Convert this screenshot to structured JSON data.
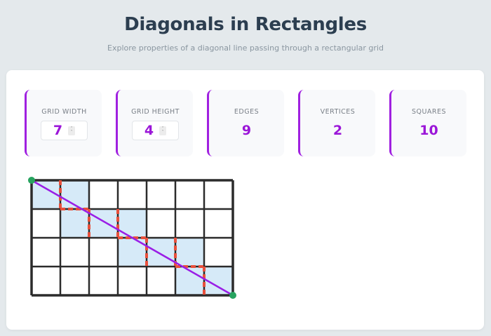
{
  "header": {
    "title": "Diagonals in Rectangles",
    "subtitle": "Explore properties of a diagonal line passing through a rectangular grid"
  },
  "controls": {
    "grid_width": {
      "label": "GRID WIDTH",
      "value": "7"
    },
    "grid_height": {
      "label": "GRID HEIGHT",
      "value": "4"
    }
  },
  "stats": {
    "edges": {
      "label": "EDGES",
      "value": "9"
    },
    "vertices": {
      "label": "VERTICES",
      "value": "2"
    },
    "squares": {
      "label": "SQUARES",
      "value": "10"
    }
  },
  "colors": {
    "accent": "#9b16d8",
    "diagonal": "#9a1ee6",
    "edge_dash": "#e8503c",
    "highlight": "#d6eaf8",
    "grid_line": "#2b2b2b",
    "endpoint": "#27a35f"
  },
  "grid": {
    "cols": 7,
    "rows": 4,
    "highlighted_cells": [
      [
        0,
        0
      ],
      [
        0,
        1
      ],
      [
        1,
        1
      ],
      [
        1,
        2
      ],
      [
        1,
        3
      ],
      [
        2,
        3
      ],
      [
        2,
        4
      ],
      [
        2,
        5
      ],
      [
        3,
        5
      ],
      [
        3,
        6
      ]
    ],
    "edges": [
      [
        [
          1,
          0
        ],
        [
          1,
          1
        ]
      ],
      [
        [
          1,
          1
        ],
        [
          2,
          1
        ]
      ],
      [
        [
          2,
          1
        ],
        [
          2,
          2
        ]
      ],
      [
        [
          3,
          1
        ],
        [
          3,
          2
        ]
      ],
      [
        [
          3,
          2
        ],
        [
          4,
          2
        ]
      ],
      [
        [
          4,
          2
        ],
        [
          4,
          3
        ]
      ],
      [
        [
          5,
          2
        ],
        [
          5,
          3
        ]
      ],
      [
        [
          5,
          3
        ],
        [
          6,
          3
        ]
      ],
      [
        [
          6,
          3
        ],
        [
          6,
          4
        ]
      ]
    ]
  }
}
